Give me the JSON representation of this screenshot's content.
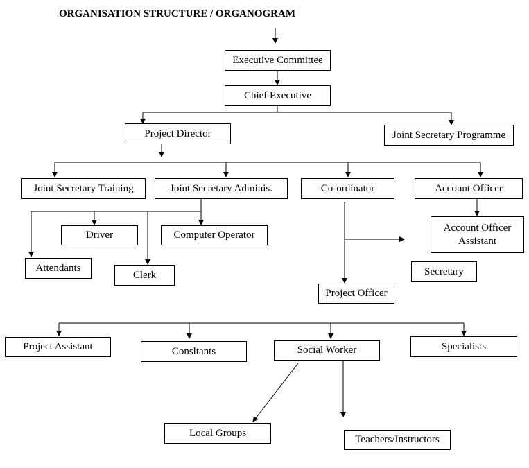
{
  "title": "ORGANISATION STRUCTURE / ORGANOGRAM",
  "nodes": {
    "executive_committee": "Executive Committee",
    "chief_executive": "Chief Executive",
    "project_director": "Project Director",
    "joint_secretary_programme": "Joint Secretary Programme",
    "joint_secretary_training": "Joint Secretary Training",
    "joint_secretary_adminis": "Joint Secretary Adminis.",
    "coordinator": "Co-ordinator",
    "account_officer": "Account Officer",
    "driver": "Driver",
    "computer_operator": "Computer Operator",
    "attendants": "Attendants",
    "clerk": "Clerk",
    "account_officer_assistant_line1": "Account Officer",
    "account_officer_assistant_line2": "Assistant",
    "secretary": "Secretary",
    "project_officer": "Project Officer",
    "project_assistant": "Project Assistant",
    "consltants": "Consltants",
    "social_worker": "Social Worker",
    "specialists": "Specialists",
    "local_groups": "Local Groups",
    "teachers_instructors": "Teachers/Instructors"
  }
}
